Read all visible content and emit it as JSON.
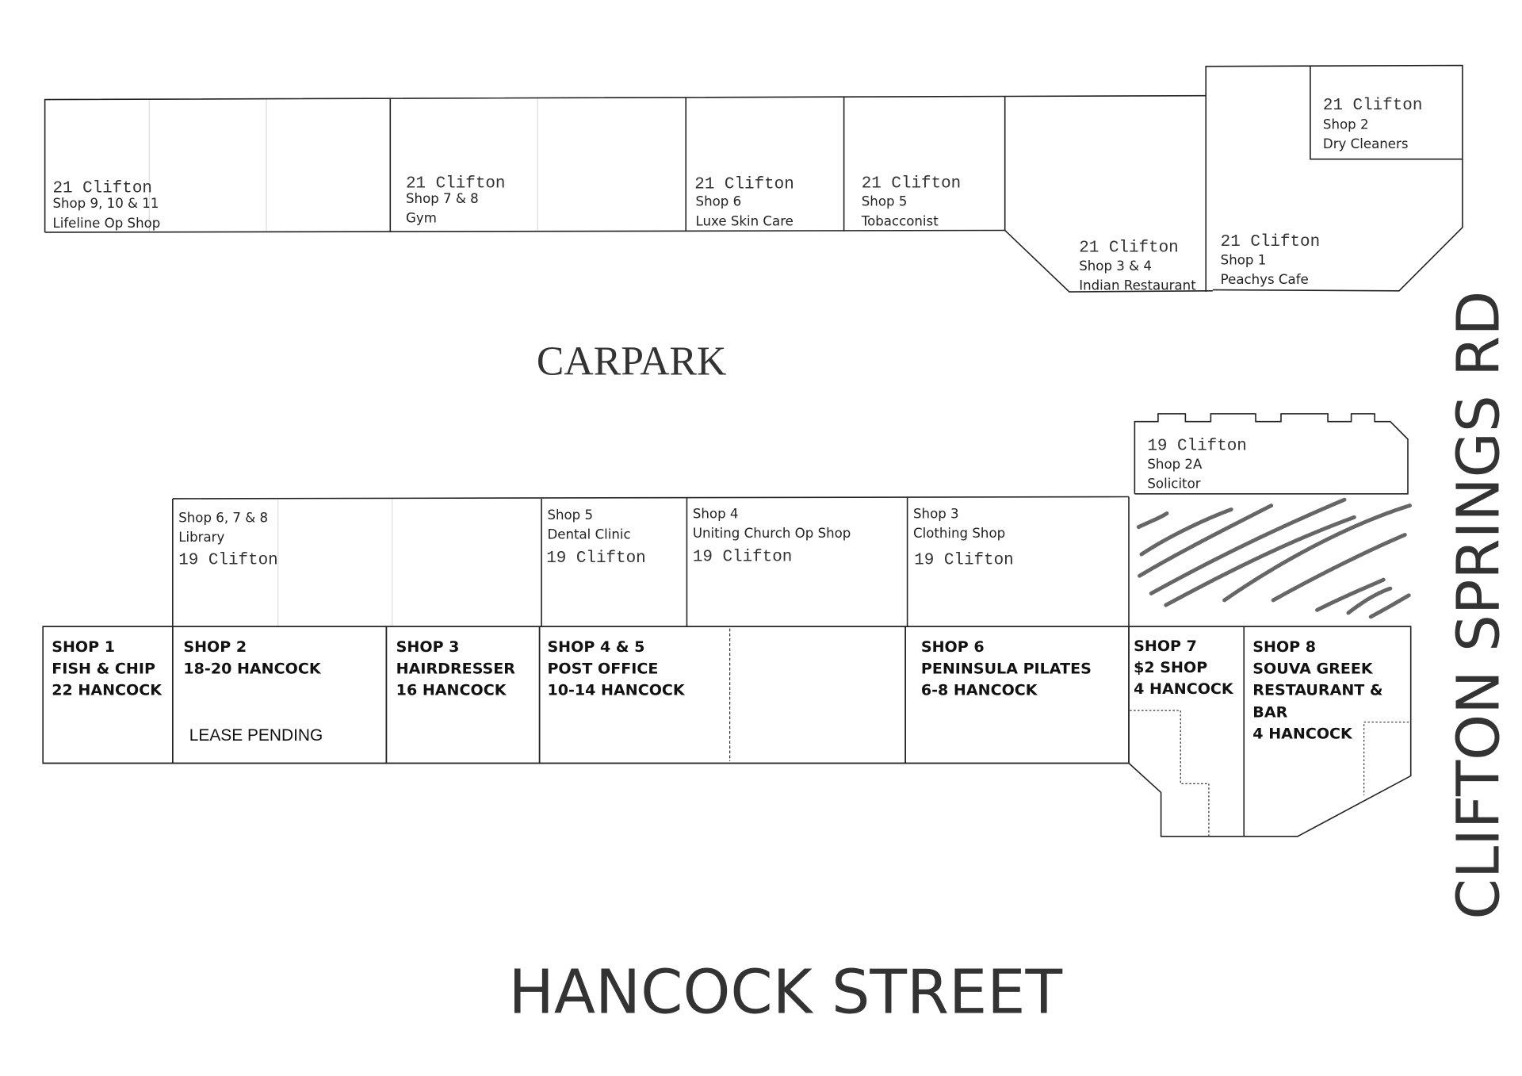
{
  "labels": {
    "carpark": "CARPARK",
    "hancock_street": "HANCOCK STREET",
    "clifton_springs_rd": "CLIFTON SPRINGS RD"
  },
  "top_shops": [
    {
      "address": "21 Clifton",
      "shop": "Shop 9, 10 & 11",
      "tenant": "Lifeline Op Shop"
    },
    {
      "address": "21 Clifton",
      "shop": "Shop 7 & 8",
      "tenant": "Gym"
    },
    {
      "address": "21 Clifton",
      "shop": "Shop 6",
      "tenant": "Luxe Skin Care"
    },
    {
      "address": "21 Clifton",
      "shop": "Shop 5",
      "tenant": "Tobacconist"
    },
    {
      "address": "21 Clifton",
      "shop": "Shop 3 & 4",
      "tenant": "Indian Restaurant"
    },
    {
      "address": "21 Clifton",
      "shop": "Shop 1",
      "tenant": "Peachys Cafe"
    },
    {
      "address": "21 Clifton",
      "shop": "Shop 2",
      "tenant": "Dry Cleaners"
    }
  ],
  "solicitor": {
    "address": "19 Clifton",
    "shop": "Shop 2A",
    "tenant": "Solicitor"
  },
  "middle_shops": [
    {
      "shop": "Shop 6, 7 & 8",
      "tenant": "Library",
      "address": "19 Clifton"
    },
    {
      "shop": "Shop 5",
      "tenant": "Dental Clinic",
      "address": "19 Clifton"
    },
    {
      "shop": "Shop 4",
      "tenant": "Uniting Church Op Shop",
      "address": "19 Clifton"
    },
    {
      "shop": "Shop 3",
      "tenant": "Clothing Shop",
      "address": "19 Clifton"
    }
  ],
  "hancock_shops": [
    {
      "lines": [
        "SHOP 1",
        "FISH & CHIP",
        "22 HANCOCK"
      ],
      "color": "#c9b9ec"
    },
    {
      "lines": [
        "SHOP 2",
        "18-20 HANCOCK"
      ],
      "note": "LEASE PENDING",
      "color": "#fde07f"
    },
    {
      "lines": [
        "SHOP 3",
        "HAIRDRESSER",
        "16 HANCOCK"
      ],
      "color": "#b7c8ec"
    },
    {
      "lines": [
        "SHOP 4 & 5",
        "POST OFFICE",
        "10-14 HANCOCK"
      ],
      "color": "#b8ddee"
    },
    {
      "lines": [
        "SHOP 6",
        "PENINSULA PILATES",
        "6-8 HANCOCK"
      ],
      "color": "#e2f7fc"
    },
    {
      "lines": [
        "SHOP 7",
        "$2 SHOP",
        "4 HANCOCK"
      ],
      "color": "#ffffff"
    },
    {
      "lines": [
        "SHOP 8",
        "SOUVA GREEK",
        "RESTAURANT &",
        "BAR",
        "4 HANCOCK"
      ],
      "color": "#ffffff"
    }
  ]
}
